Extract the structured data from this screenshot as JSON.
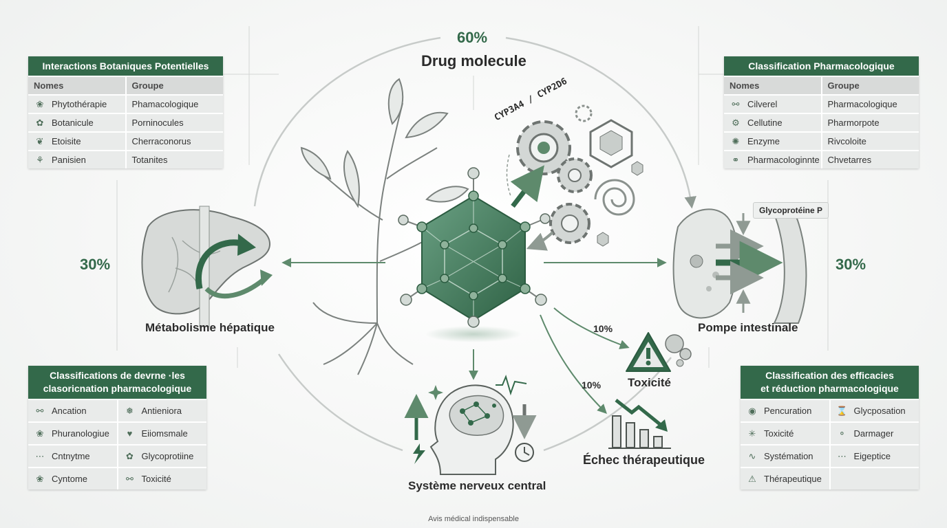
{
  "center": {
    "percent": "60%",
    "title": "Drug molecule"
  },
  "enzyme_label": "CYP3A4 / CYP2D6",
  "nodes": {
    "liver": {
      "label": "Métabolisme hépatique",
      "percent": "30%"
    },
    "intestine": {
      "label": "Pompe intestinale",
      "percent": "30%",
      "chip": "Glycoprotéine P"
    },
    "toxicity": {
      "label": "Toxicité",
      "percent": "10%"
    },
    "failure": {
      "label": "Échec thérapeutique",
      "percent": "10%"
    },
    "cns": {
      "label": "Système nerveux central"
    }
  },
  "tables": {
    "top_left": {
      "title": [
        "Interactions Botaniques Potentielles"
      ],
      "headers": [
        "Nomes",
        "Groupe"
      ],
      "rows": [
        {
          "icon": "leaf-icon",
          "a": "Phytothérapie",
          "b": "Phamacologique"
        },
        {
          "icon": "leaf-outline-icon",
          "a": "Botanicule",
          "b": "Porninocules"
        },
        {
          "icon": "plant-branch-icon",
          "a": "Etoisite",
          "b": "Cherraconorus"
        },
        {
          "icon": "sprout-icon",
          "a": "Panisien",
          "b": "Totanites"
        }
      ]
    },
    "top_right": {
      "title": [
        "Classification Pharmacologique"
      ],
      "headers": [
        "Nomes",
        "Groupe"
      ],
      "rows": [
        {
          "icon": "molecule-icon",
          "a": "Cilverel",
          "b": "Pharmacologique"
        },
        {
          "icon": "gear-icon",
          "a": "Cellutine",
          "b": "Pharmorpote"
        },
        {
          "icon": "enzyme-icon",
          "a": "Enzyme",
          "b": "Rivcoloite"
        },
        {
          "icon": "chain-icon",
          "a": "Pharmacologinnte",
          "b": "Chvetarres"
        }
      ]
    },
    "bottom_left": {
      "title": [
        "Classifications de devrne ·les",
        "clasoricnation pharmacologique"
      ],
      "rows": [
        {
          "icon_a": "molecule-icon",
          "a": "Ancation",
          "icon_b": "lizard-icon",
          "b": "Antieniora"
        },
        {
          "icon_a": "leaf-icon",
          "a": "Phuranologiue",
          "icon_b": "lungs-icon",
          "b": "Eiiomsmale"
        },
        {
          "icon_a": "cells-icon",
          "a": "Cntnytme",
          "icon_b": "leaf-outline-icon",
          "b": "Glycoprotiine"
        },
        {
          "icon_a": "leaf-icon",
          "a": "Cyntome",
          "icon_b": "molecule-icon",
          "b": "Toxicité"
        }
      ]
    },
    "bottom_right": {
      "title": [
        "Classification des efficacies",
        "et réduction pharmacologique"
      ],
      "rows": [
        {
          "icon_a": "target-icon",
          "a": "Pencuration",
          "icon_b": "hourglass-icon",
          "b": "Glycposation"
        },
        {
          "icon_a": "virus-icon",
          "a": "Toxicité",
          "icon_b": "pill-icon",
          "b": "Darmager"
        },
        {
          "icon_a": "pulse-icon",
          "a": "Systémation",
          "icon_b": "cells-icon",
          "b": "Eigeptice"
        },
        {
          "icon_a": "warning-icon",
          "a": "Thérapeutique",
          "icon_b": "",
          "b": ""
        }
      ]
    }
  },
  "footer": "Avis médical indispensable",
  "colors": {
    "accent": "#33694a",
    "arrow": "#5e8a6c",
    "line": "#c9cccb",
    "header_row": "#d8dad9",
    "cell": "#e9ebea"
  }
}
